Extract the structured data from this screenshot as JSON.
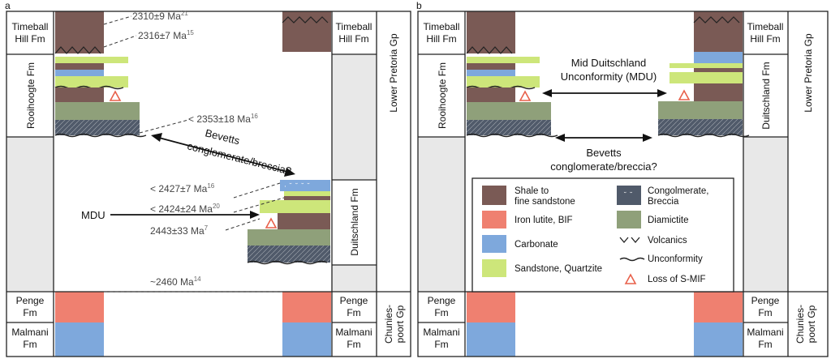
{
  "panels": {
    "a": "a",
    "b": "b"
  },
  "formations": {
    "timeball": [
      "Timeball",
      "Hill Fm"
    ],
    "rooihoogte": "Rooihoogte Fm",
    "duitschland": "Duitschland Fm",
    "penge": [
      "Penge",
      "Fm"
    ],
    "malmani": [
      "Malmani",
      "Fm"
    ]
  },
  "groups": {
    "lower_pretoria": "Lower Pretoria Gp",
    "chuniespoort": [
      "Chunies-",
      "poort Gp"
    ]
  },
  "ages": [
    {
      "text": "2310±9 Ma",
      "ref": "21"
    },
    {
      "text": "2316±7 Ma",
      "ref": "15"
    },
    {
      "text": "< 2353±18 Ma",
      "ref": "16"
    },
    {
      "text": "< 2427±7 Ma",
      "ref": "16"
    },
    {
      "text": "< 2424±24 Ma",
      "ref": "20"
    },
    {
      "text": "2443±33 Ma",
      "ref": "7"
    },
    {
      "text": "~2460 Ma",
      "ref": "14"
    }
  ],
  "annotations": {
    "bevetts": [
      "Bevetts",
      "conglomerate/breccia?"
    ],
    "mdu_short": "MDU",
    "mdu_full": [
      "Mid Duitschland",
      "Unconformity (MDU)"
    ]
  },
  "legend": [
    {
      "key": "shale",
      "label": [
        "Shale to",
        "fine sandstone"
      ]
    },
    {
      "key": "iron",
      "label": [
        "Iron lutite, BIF"
      ]
    },
    {
      "key": "carbonate",
      "label": [
        "Carbonate"
      ]
    },
    {
      "key": "sandstone",
      "label": [
        "Sandstone, Quartzite"
      ]
    },
    {
      "key": "conglomerate",
      "label": [
        "Congolmerate,",
        "Breccia"
      ]
    },
    {
      "key": "diamictite",
      "label": [
        "Diamictite"
      ]
    },
    {
      "key": "volcanics",
      "label": [
        "Volcanics"
      ]
    },
    {
      "key": "unconformity",
      "label": [
        "Unconformity"
      ]
    },
    {
      "key": "smif",
      "label": [
        "Loss of S-MIF"
      ]
    }
  ],
  "colors": {
    "shale": "#7a5a55",
    "iron": "#ef8070",
    "carbonate": "#7ea8dc",
    "sandstone": "#cde67a",
    "diamictite": "#8fa07a",
    "conglomerate": "#505a6a",
    "grey_cell": "#e8e8e8",
    "smif": "#e8604a"
  }
}
